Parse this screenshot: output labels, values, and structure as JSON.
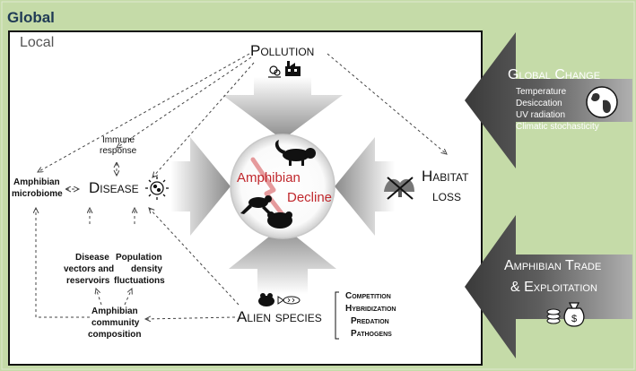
{
  "global_label": "Global",
  "local_label": "Local",
  "pollution": {
    "title": "Pollution"
  },
  "habitat": {
    "line1": "Habitat",
    "line2": "loss"
  },
  "disease": {
    "title": "Disease"
  },
  "alien": {
    "title": "Alien species",
    "effects": [
      "Competition",
      "Hybridization",
      "Predation",
      "Pathogens"
    ]
  },
  "center": {
    "line1": "Amphibian",
    "line2": "Decline"
  },
  "immune": {
    "line1": "Immune",
    "line2": "response"
  },
  "microbiome": {
    "line1": "Amphibian",
    "line2": "microbiome"
  },
  "vectors": {
    "line1": "Disease",
    "line2": "vectors and",
    "line3": "reservoirs"
  },
  "population": {
    "line1": "Population",
    "line2": "density",
    "line3": "fluctuations"
  },
  "community": {
    "line1": "Amphibian",
    "line2": "community",
    "line3": "composition"
  },
  "global_change": {
    "title": "Global Change",
    "items": [
      "Temperature",
      "Desiccation",
      "UV radiation",
      "Climatic stochasticity"
    ]
  },
  "trade": {
    "line1": "Amphibian Trade",
    "line2": "& Exploitation"
  },
  "colors": {
    "background": "#c5dba8",
    "local_fill": "#ffffff",
    "accent_red": "#c0282d",
    "heading": "#1f3a55"
  }
}
